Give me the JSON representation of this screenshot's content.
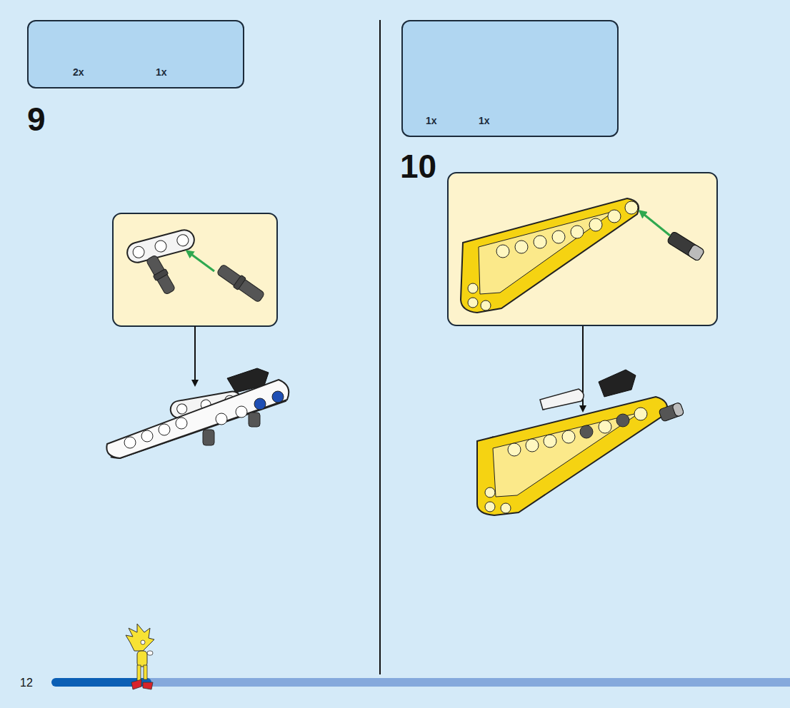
{
  "diagram": {
    "nodes": [
      {
        "text": [
          "2x",
          "1x"
        ]
      },
      {
        "text": [
          "1x",
          "1x"
        ]
      }
    ],
    "labels": [
      "9",
      "10",
      "12"
    ]
  }
}
